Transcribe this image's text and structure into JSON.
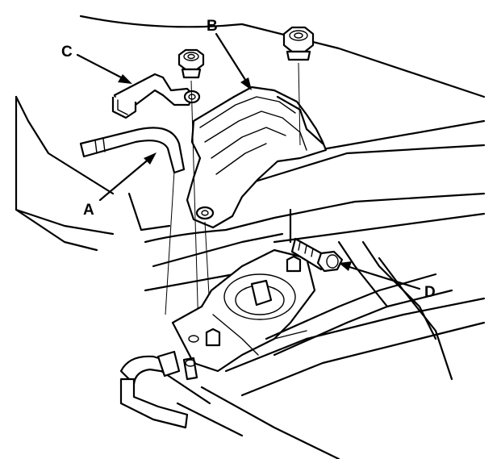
{
  "diagram": {
    "labels": {
      "a": "A",
      "b": "B",
      "c": "C",
      "d": "D"
    },
    "line_color": "#000000",
    "background_color": "#ffffff"
  }
}
